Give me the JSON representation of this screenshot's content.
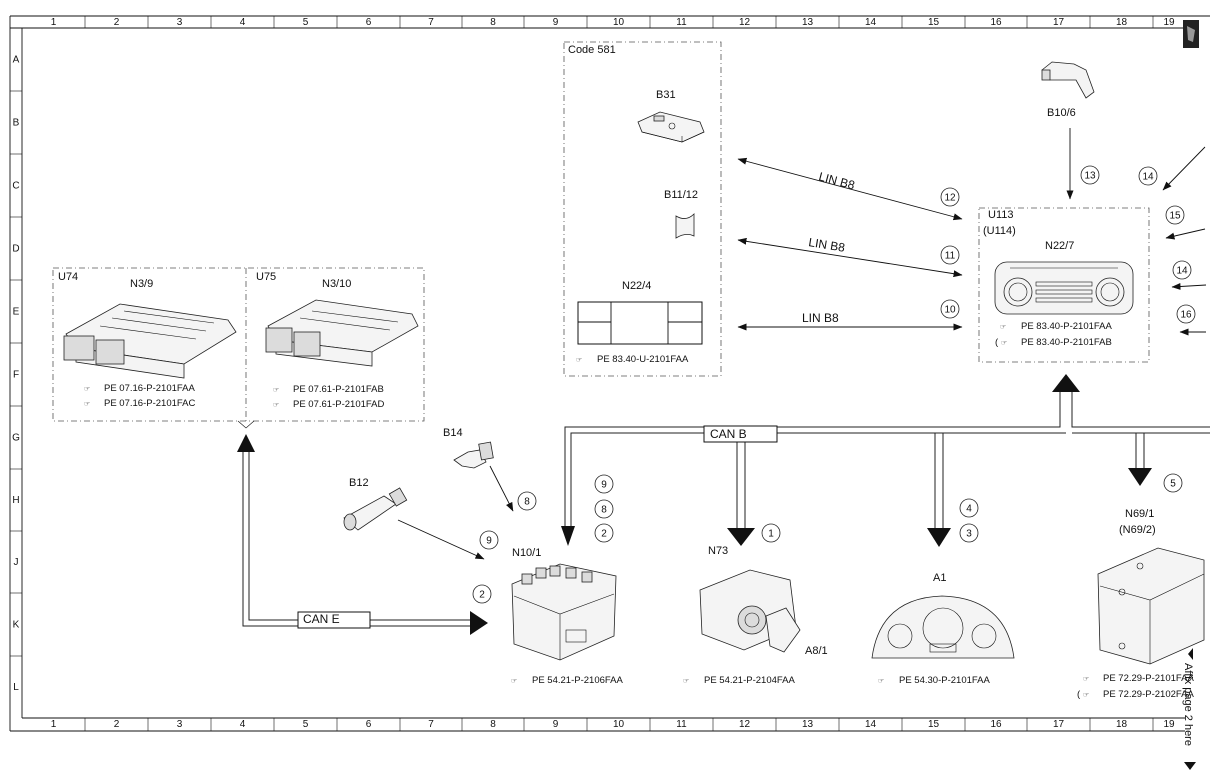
{
  "border": {
    "columns": [
      "1",
      "2",
      "3",
      "4",
      "5",
      "6",
      "7",
      "8",
      "9",
      "10",
      "11",
      "12",
      "13",
      "14",
      "15",
      "16",
      "17",
      "18",
      "19"
    ],
    "rows": [
      "A",
      "B",
      "C",
      "D",
      "E",
      "F",
      "G",
      "H",
      "J",
      "K",
      "L"
    ]
  },
  "groups": {
    "code581": "Code 581",
    "u74": "U74",
    "u75": "U75",
    "u113": "U113",
    "u114": "(U114)"
  },
  "components": {
    "n3_9": "N3/9",
    "n3_10": "N3/10",
    "b31": "B31",
    "b11_12": "B11/12",
    "n22_4": "N22/4",
    "b10_6": "B10/6",
    "n22_7": "N22/7",
    "b14": "B14",
    "b12": "B12",
    "n10_1": "N10/1",
    "n73": "N73",
    "a8_1": "A8/1",
    "a1": "A1",
    "n69_1": "N69/1",
    "n69_2": "(N69/2)"
  },
  "buses": {
    "lin1": "LIN B8",
    "lin2": "LIN B8",
    "lin3": "LIN B8",
    "can_b": "CAN B",
    "can_e": "CAN E"
  },
  "refs": {
    "n3_9_a": "PE 07.16-P-2101FAA",
    "n3_9_b": "PE 07.16-P-2101FAC",
    "n3_10_a": "PE 07.61-P-2101FAB",
    "n3_10_b": "PE 07.61-P-2101FAD",
    "n22_4": "PE 83.40-U-2101FAA",
    "n22_7_a": "PE 83.40-P-2101FAA",
    "n22_7_b": "PE 83.40-P-2101FAB",
    "n10_1": "PE 54.21-P-2106FAA",
    "n73": "PE 54.21-P-2104FAA",
    "a1": "PE 54.30-P-2101FAA",
    "n69_a": "PE 72.29-P-2101FAA",
    "n69_b": "PE 72.29-P-2102FAA"
  },
  "circles": {
    "c12": "12",
    "c11": "11",
    "c10": "10",
    "c13": "13",
    "c14a": "14",
    "c15": "15",
    "c14b": "14",
    "c16": "16",
    "c9a": "9",
    "c8a": "8",
    "c2a": "2",
    "c8b": "8",
    "c9b": "9",
    "c2b": "2",
    "c1": "1",
    "c4": "4",
    "c3": "3",
    "c5": "5"
  },
  "side_note": "Affix page 2 here",
  "colors": {
    "line": "#111111",
    "part_fill": "#f4f4f4",
    "background": "#ffffff"
  }
}
